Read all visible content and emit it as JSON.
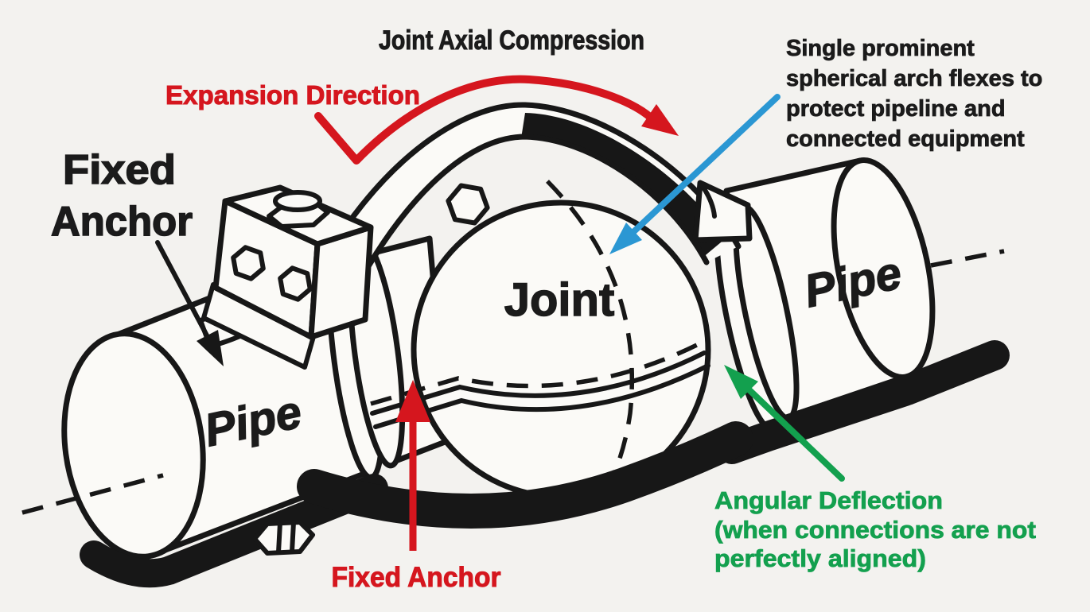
{
  "palette": {
    "background": "#f3f2ef",
    "ink": "#171717",
    "surface": "#fbfaf7",
    "red": "#d5161e",
    "blue": "#2b97d3",
    "green": "#13a04e"
  },
  "title": "Joint Axial Compression",
  "annotations": {
    "expansion_direction": "Expansion Direction",
    "arch_note_lines": [
      "Single prominent",
      "spherical arch flexes to",
      "protect pipeline and",
      "connected equipment"
    ],
    "fixed_anchor_left_lines": [
      "Fixed",
      "Anchor"
    ],
    "fixed_anchor_bottom": "Fixed Anchor",
    "angular_deflection_lines": [
      "Angular Deflection",
      "(when connections are not",
      "perfectly aligned)"
    ]
  },
  "part_labels": {
    "left_pipe": "Pipe",
    "joint": "Joint",
    "right_pipe": "Pipe"
  }
}
